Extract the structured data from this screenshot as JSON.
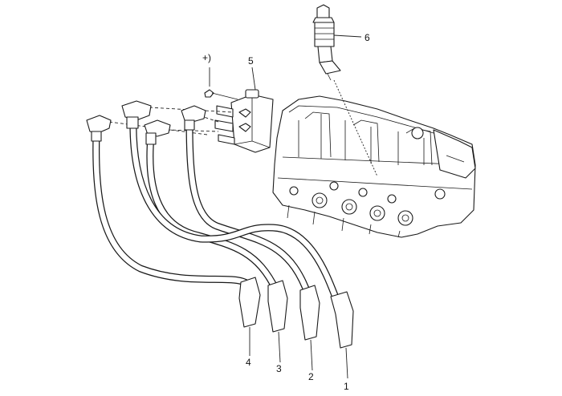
{
  "diagram": {
    "highlight_color": "#f3ea7c",
    "line_color": "#1a1a1a",
    "callouts": [
      {
        "id": "1",
        "label": "1"
      },
      {
        "id": "2",
        "label": "2"
      },
      {
        "id": "3",
        "label": "3"
      },
      {
        "id": "4",
        "label": "4"
      },
      {
        "id": "5",
        "label": "5"
      },
      {
        "id": "6",
        "label": "6"
      },
      {
        "id": "bolt",
        "label": "+)"
      }
    ]
  }
}
